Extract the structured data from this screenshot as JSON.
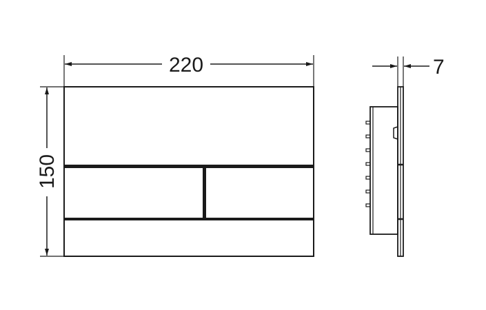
{
  "dimensions": {
    "width_label": "220",
    "height_label": "150",
    "depth_label": "7"
  }
}
